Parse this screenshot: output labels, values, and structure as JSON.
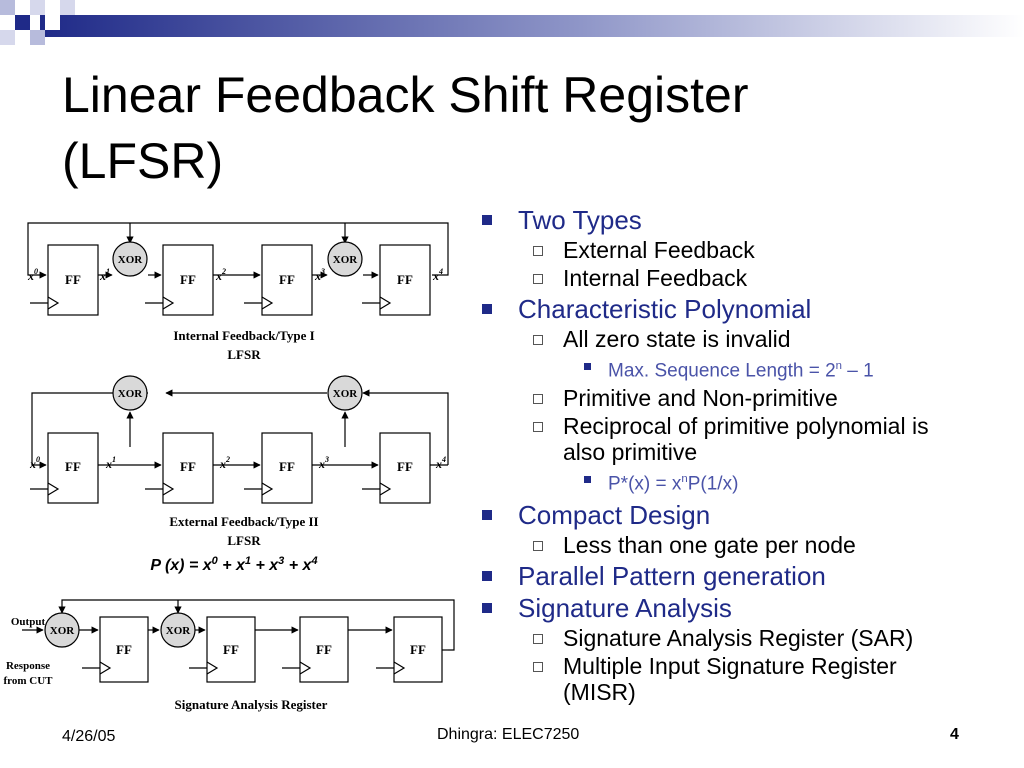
{
  "slide": {
    "title_line1": "Linear Feedback Shift Register",
    "title_line2": "(LFSR)"
  },
  "colors": {
    "accent": "#1f2a88",
    "sub_bullet": "#4a53a8",
    "xor_fill": "#d9d9d9"
  },
  "diagram": {
    "ff_label": "FF",
    "xor_label": "XOR",
    "type1": {
      "vars": [
        "x",
        "x",
        "x",
        "x",
        "x"
      ],
      "exps": [
        "0",
        "1",
        "2",
        "3",
        "4"
      ],
      "caption_line1": "Internal Feedback/Type I",
      "caption_line2": "LFSR"
    },
    "type2": {
      "vars": [
        "x",
        "x",
        "x",
        "x",
        "x"
      ],
      "exps": [
        "0",
        "1",
        "2",
        "3",
        "4"
      ],
      "caption_line1": "External Feedback/Type II",
      "caption_line2": "LFSR"
    },
    "polynomial": {
      "lhs": "P (x) = x",
      "e0": "0",
      "t1": " + x",
      "e1": "1",
      "t3": " + x",
      "e3": "3",
      "t4": " + x",
      "e4": "4"
    },
    "sar": {
      "output_line1": "Output",
      "output_line2": "Response",
      "output_line3": "from CUT",
      "caption": "Signature Analysis Register"
    }
  },
  "bullets": {
    "two_types": "Two Types",
    "external_feedback": "External Feedback",
    "internal_feedback": "Internal Feedback",
    "char_poly": "Characteristic Polynomial",
    "all_zero": "All zero state is invalid",
    "max_seq_pre": "Max. Sequence Length = 2",
    "max_seq_sup": "n",
    "max_seq_post": " – 1",
    "primitive": "Primitive and Non-primitive",
    "reciprocal_line1": "Reciprocal of primitive polynomial is",
    "reciprocal_line2": "also primitive",
    "pstar_pre": "P*(x) = x",
    "pstar_sup": "n",
    "pstar_post": "P(1/x)",
    "compact": "Compact Design",
    "less_gate": "Less than one gate per node",
    "parallel": "Parallel Pattern generation",
    "signature": "Signature Analysis",
    "sar_item": "Signature Analysis Register (SAR)",
    "misr_line1": "Multiple Input Signature Register",
    "misr_line2": "(MISR)"
  },
  "footer": {
    "date": "4/26/05",
    "center": "Dhingra: ELEC7250",
    "page": "4"
  }
}
